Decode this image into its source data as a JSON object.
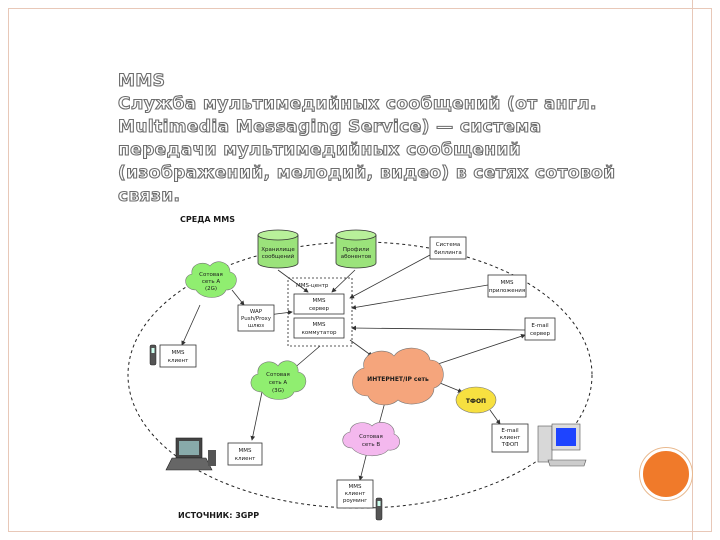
{
  "title": {
    "lines": [
      "MMS",
      "Служба мультимедийных сообщений (от англ.",
      "Multimedia Messaging Service) — система",
      "передачи мультимедийных сообщений",
      "(изображений, мелодий, видео) в сетях сотовой",
      "связи."
    ]
  },
  "diagram": {
    "environment_label": "СРЕДА MMS",
    "source_label": "ИСТОЧНИК: 3GPP",
    "mms_center_label": "MMS-центр",
    "nodes": {
      "storage": [
        "Хранилище",
        "сообщений"
      ],
      "profiles": [
        "Профили",
        "абонентов"
      ],
      "billing": [
        "Система",
        "биллинга"
      ],
      "mms_apps": [
        "MMS",
        "приложения"
      ],
      "email_server": [
        "E-mail",
        "сервер"
      ],
      "mms_server": [
        "MMS",
        "сервер"
      ],
      "mms_switch": [
        "MMS",
        "коммутатор"
      ],
      "wap": [
        "WAP",
        "Push/Proxy",
        "шлюз"
      ],
      "mms_client_1": [
        "MMS",
        "клиент"
      ],
      "mms_client_2": [
        "MMS",
        "клиент"
      ],
      "mms_client_3": [
        "MMS",
        "клиент",
        "роуминг"
      ],
      "email_client": [
        "E-mail",
        "клиент",
        "ТФОП"
      ],
      "cell_2g": [
        "Сотовая",
        "сеть А",
        "(2G)"
      ],
      "cell_3g": [
        "Сотовая",
        "сеть А",
        "(3G)"
      ],
      "cell_b": [
        "Сотовая",
        "сеть В"
      ],
      "internet": "ИНТЕРНЕТ/IP сеть",
      "tfop": "ТФОП"
    }
  }
}
